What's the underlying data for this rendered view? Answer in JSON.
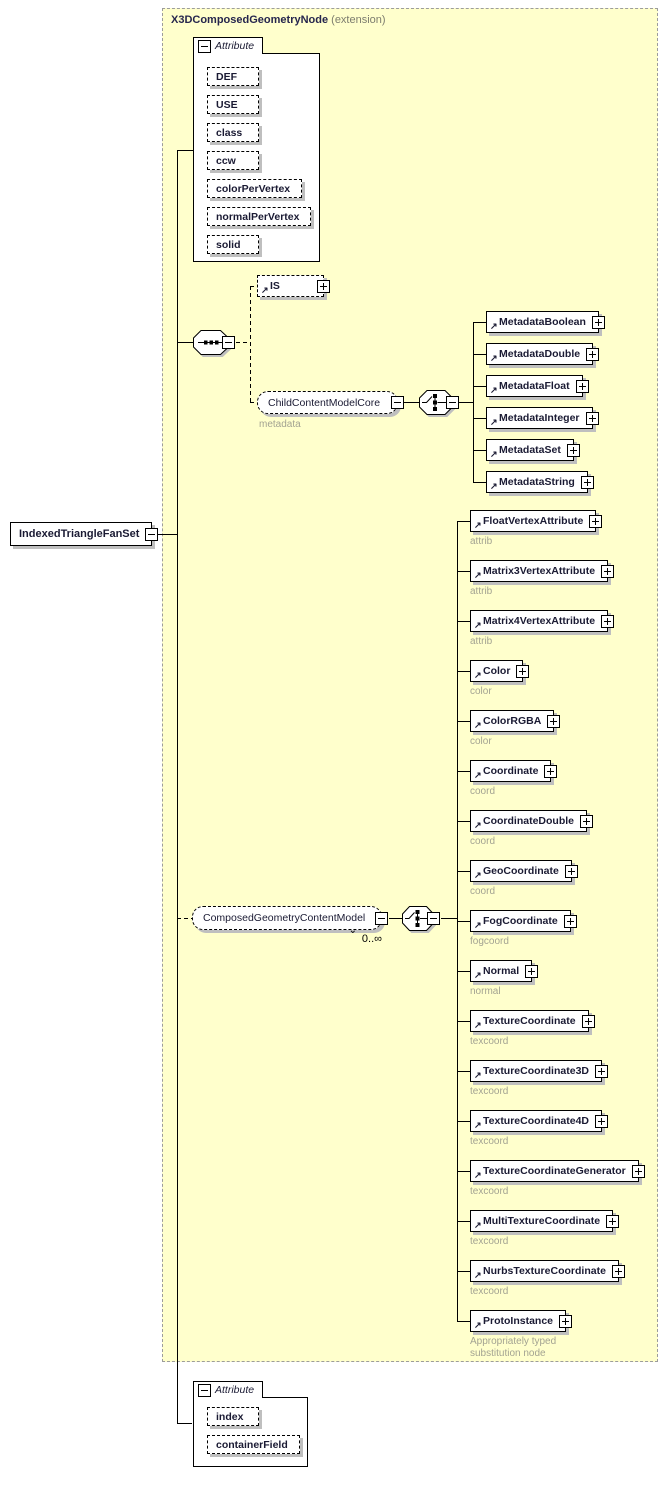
{
  "container": {
    "title": "X3DComposedGeometryNode",
    "subtitle": "(extension)"
  },
  "root_element": {
    "name": "IndexedTriangleFanSet"
  },
  "attribute_group_top": {
    "label": "Attribute",
    "items": [
      {
        "name": "DEF"
      },
      {
        "name": "USE"
      },
      {
        "name": "class"
      },
      {
        "name": "ccw"
      },
      {
        "name": "colorPerVertex"
      },
      {
        "name": "normalPerVertex"
      },
      {
        "name": "solid"
      }
    ]
  },
  "is_element": {
    "name": "IS"
  },
  "child_content_model_core": {
    "name": "ChildContentModelCore",
    "label": "metadata"
  },
  "metadata_children": [
    {
      "name": "MetadataBoolean"
    },
    {
      "name": "MetadataDouble"
    },
    {
      "name": "MetadataFloat"
    },
    {
      "name": "MetadataInteger"
    },
    {
      "name": "MetadataSet"
    },
    {
      "name": "MetadataString"
    }
  ],
  "composed_geometry_content_model": {
    "name": "ComposedGeometryContentModel",
    "occurrence": "0..∞"
  },
  "cgcm_children": [
    {
      "name": "FloatVertexAttribute",
      "label": "attrib"
    },
    {
      "name": "Matrix3VertexAttribute",
      "label": "attrib"
    },
    {
      "name": "Matrix4VertexAttribute",
      "label": "attrib"
    },
    {
      "name": "Color",
      "label": "color"
    },
    {
      "name": "ColorRGBA",
      "label": "color"
    },
    {
      "name": "Coordinate",
      "label": "coord"
    },
    {
      "name": "CoordinateDouble",
      "label": "coord"
    },
    {
      "name": "GeoCoordinate",
      "label": "coord"
    },
    {
      "name": "FogCoordinate",
      "label": "fogcoord"
    },
    {
      "name": "Normal",
      "label": "normal"
    },
    {
      "name": "TextureCoordinate",
      "label": "texcoord"
    },
    {
      "name": "TextureCoordinate3D",
      "label": "texcoord"
    },
    {
      "name": "TextureCoordinate4D",
      "label": "texcoord"
    },
    {
      "name": "TextureCoordinateGenerator",
      "label": "texcoord"
    },
    {
      "name": "MultiTextureCoordinate",
      "label": "texcoord"
    },
    {
      "name": "NurbsTextureCoordinate",
      "label": "texcoord"
    },
    {
      "name": "ProtoInstance",
      "label": "Appropriately typed\nsubstitution node"
    }
  ],
  "attribute_group_bottom": {
    "label": "Attribute",
    "items": [
      {
        "name": "index"
      },
      {
        "name": "containerField"
      }
    ]
  },
  "colors": {
    "canvas_background": "#ffffcc",
    "container_border": "#9c9c9c",
    "box_shadow": "#bfbfbf",
    "name_text": "#1a1a33",
    "field_label_gray": "#a3a392",
    "subtitle_gray": "#7d7d6e"
  }
}
